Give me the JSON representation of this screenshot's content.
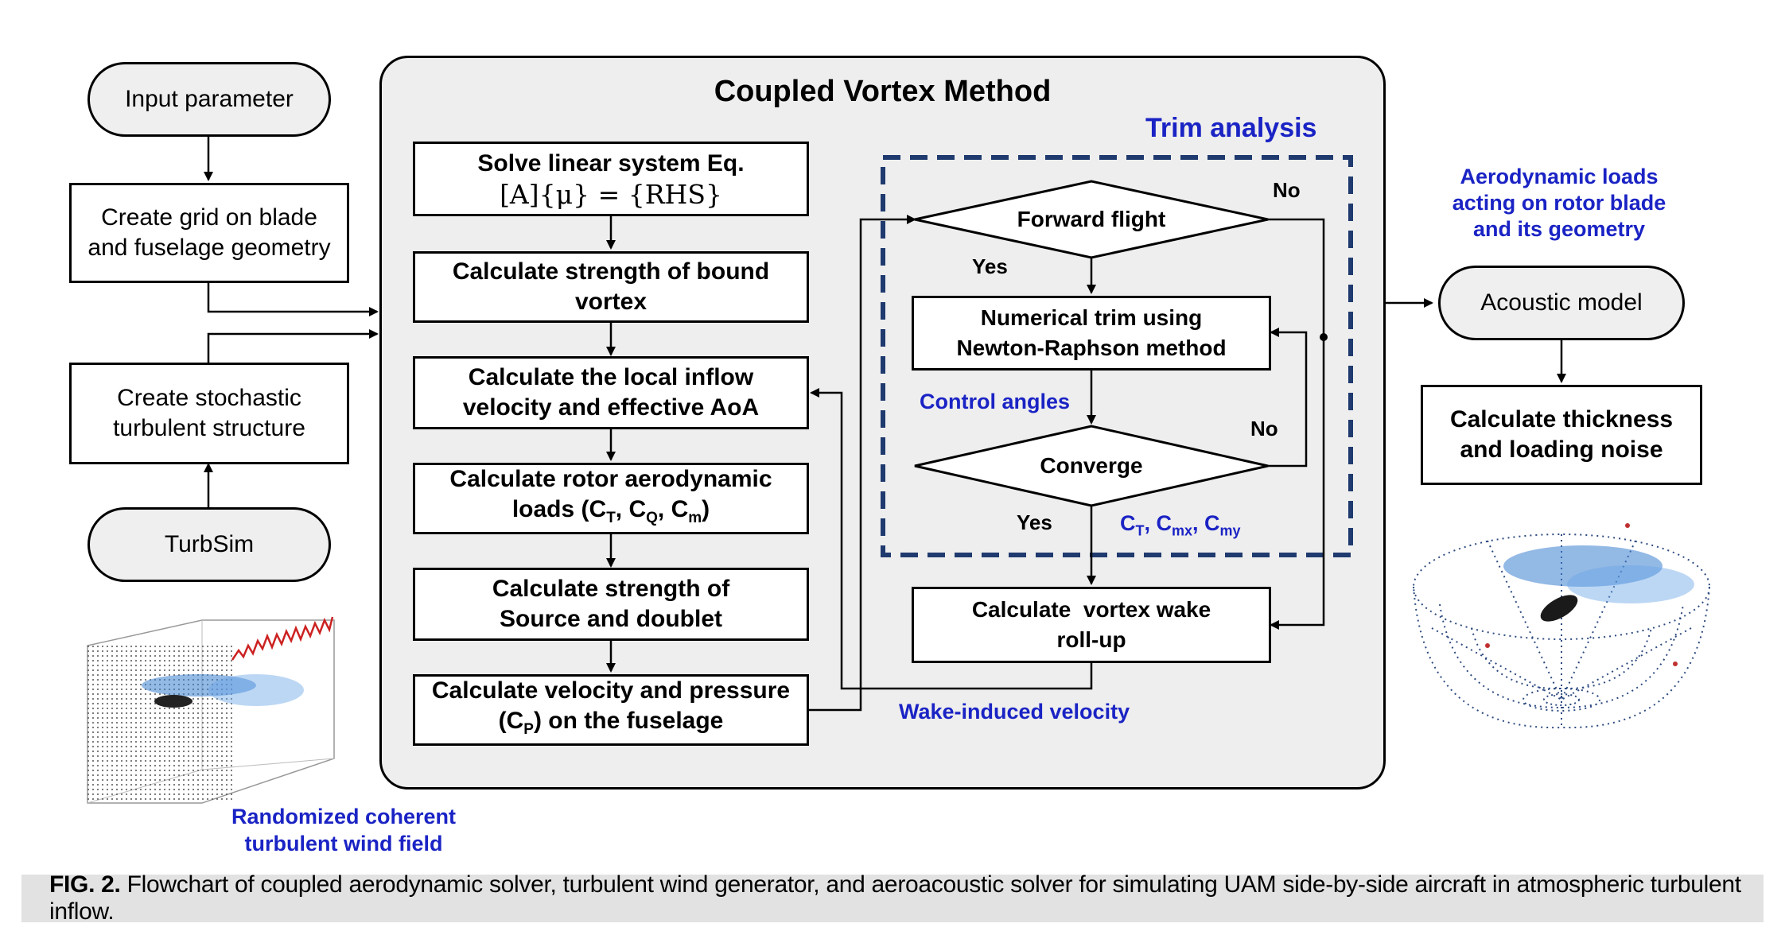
{
  "panel_title": "Coupled Vortex Method",
  "trim_title": "Trim analysis",
  "left": {
    "input_param": "Input parameter",
    "grid": "Create grid on blade and fuselage geometry",
    "stochastic": "Create stochastic turbulent structure",
    "turbsim": "TurbSim",
    "wind_label_1": "Randomized coherent",
    "wind_label_2": "turbulent wind field"
  },
  "cvm": {
    "solve_1": "Solve linear system Eq.",
    "solve_2": "[A]{μ} = {RHS}",
    "bound": "Calculate strength of bound vortex",
    "inflow": "Calculate the local inflow velocity and effective AoA",
    "loads_prefix": "Calculate rotor aerodynamic loads (C",
    "loads_sub1": "T",
    "loads_sep1": ", C",
    "loads_sub2": "Q",
    "loads_sep2": ", C",
    "loads_sub3": "m",
    "loads_end": ")",
    "source": "Calculate strength of Source and doublet",
    "vel_1": "Calculate velocity and pressure",
    "vel_2_prefix": "(C",
    "vel_2_sub": "P",
    "vel_2_end": ") on the fuselage"
  },
  "trim": {
    "forward": "Forward flight",
    "numerical": "Numerical trim using Newton-Raphson method",
    "converge": "Converge",
    "wake": "Calculate  vortex wake roll-up",
    "yes1": "Yes",
    "yes2": "Yes",
    "no1": "No",
    "no2": "No",
    "control_angles": "Control angles",
    "coef_c1": "C",
    "coef_s1": "T",
    "coef_c2": ", C",
    "coef_s2": "mx",
    "coef_c3": ", C",
    "coef_s3": "my",
    "wake_induced": "Wake-induced velocity"
  },
  "right": {
    "aero_1": "Aerodynamic loads",
    "aero_2": "acting on rotor blade",
    "aero_3": "and its geometry",
    "acoustic": "Acoustic model",
    "noise": "Calculate thickness and loading noise"
  },
  "caption": {
    "label": "FIG. 2.",
    "text": " Flowchart of coupled aerodynamic solver, turbulent wind generator, and aeroacoustic solver for simulating UAM side-by-side aircraft in atmospheric turbulent inflow."
  },
  "colors": {
    "label_blue": "#1a23c4",
    "trim_border": "#1f3a6e",
    "panel_bg": "#eeeeee",
    "wind_line": "#cc2222",
    "wake_blue": "#3a7fd0"
  }
}
